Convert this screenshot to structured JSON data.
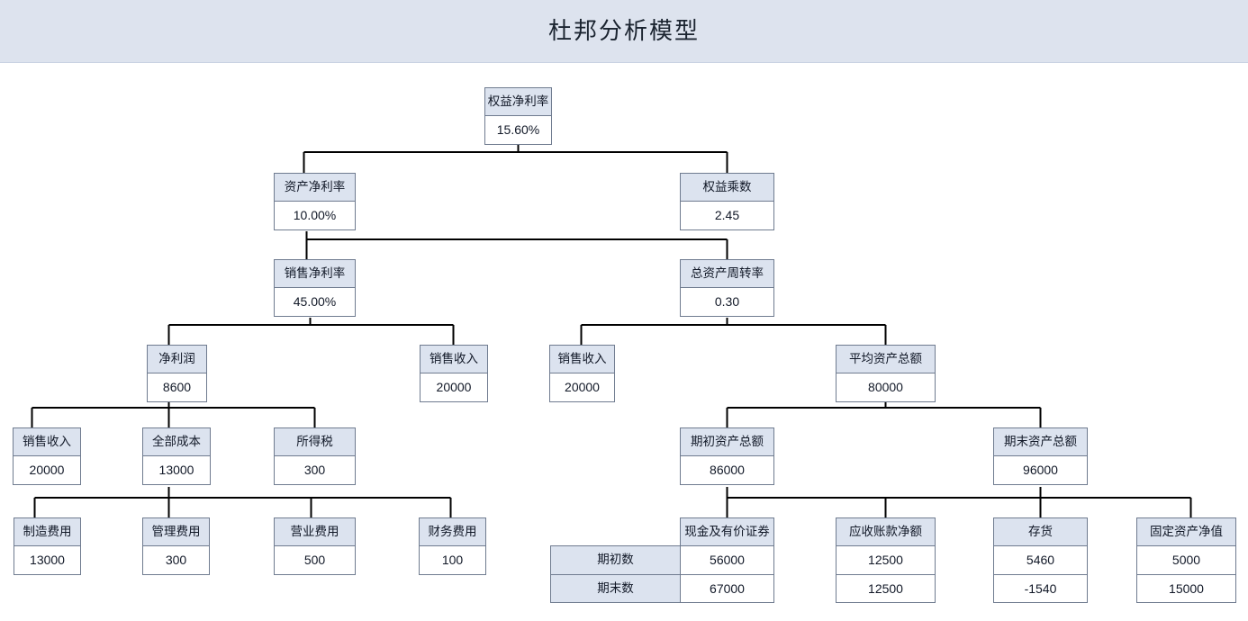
{
  "header": {
    "title": "杜邦分析模型"
  },
  "colors": {
    "title_bar_bg": "#dde3ee",
    "node_header_bg": "#dce3ef",
    "node_border": "#6f7b8f",
    "node_value_bg": "#ffffff",
    "link_stroke": "#000000",
    "page_bg": "#ffffff"
  },
  "side_labels": {
    "begin": "期初数",
    "end": "期末数"
  },
  "nodes": {
    "roe": {
      "label": "权益净利率",
      "values": [
        "15.60%"
      ]
    },
    "ros_assets": {
      "label": "资产净利率",
      "values": [
        "10.00%"
      ]
    },
    "equity_mult": {
      "label": "权益乘数",
      "values": [
        "2.45"
      ]
    },
    "net_margin": {
      "label": "销售净利率",
      "values": [
        "45.00%"
      ]
    },
    "asset_turnover": {
      "label": "总资产周转率",
      "values": [
        "0.30"
      ]
    },
    "net_profit": {
      "label": "净利润",
      "values": [
        "8600"
      ]
    },
    "revenue_left": {
      "label": "销售收入",
      "values": [
        "20000"
      ]
    },
    "revenue_right": {
      "label": "销售收入",
      "values": [
        "20000"
      ]
    },
    "avg_assets": {
      "label": "平均资产总额",
      "values": [
        "80000"
      ]
    },
    "revenue_cost_lvl": {
      "label": "销售收入",
      "values": [
        "20000"
      ]
    },
    "total_cost": {
      "label": "全部成本",
      "values": [
        "13000"
      ]
    },
    "income_tax": {
      "label": "所得税",
      "values": [
        "300"
      ]
    },
    "begin_assets": {
      "label": "期初资产总额",
      "values": [
        "86000"
      ]
    },
    "end_assets": {
      "label": "期末资产总额",
      "values": [
        "96000"
      ]
    },
    "mfg_expense": {
      "label": "制造费用",
      "values": [
        "13000"
      ]
    },
    "admin_expense": {
      "label": "管理费用",
      "values": [
        "300"
      ]
    },
    "operating_expense": {
      "label": "营业费用",
      "values": [
        "500"
      ]
    },
    "finance_expense": {
      "label": "财务费用",
      "values": [
        "100"
      ]
    },
    "cash_securities": {
      "label": "现金及有价证券",
      "values": [
        "56000",
        "67000"
      ]
    },
    "receivables_net": {
      "label": "应收账款净额",
      "values": [
        "12500",
        "12500"
      ]
    },
    "inventory": {
      "label": "存货",
      "values": [
        "5460",
        "-1540"
      ]
    },
    "fixed_assets_net": {
      "label": "固定资产净值",
      "values": [
        "5000",
        "15000"
      ]
    }
  }
}
